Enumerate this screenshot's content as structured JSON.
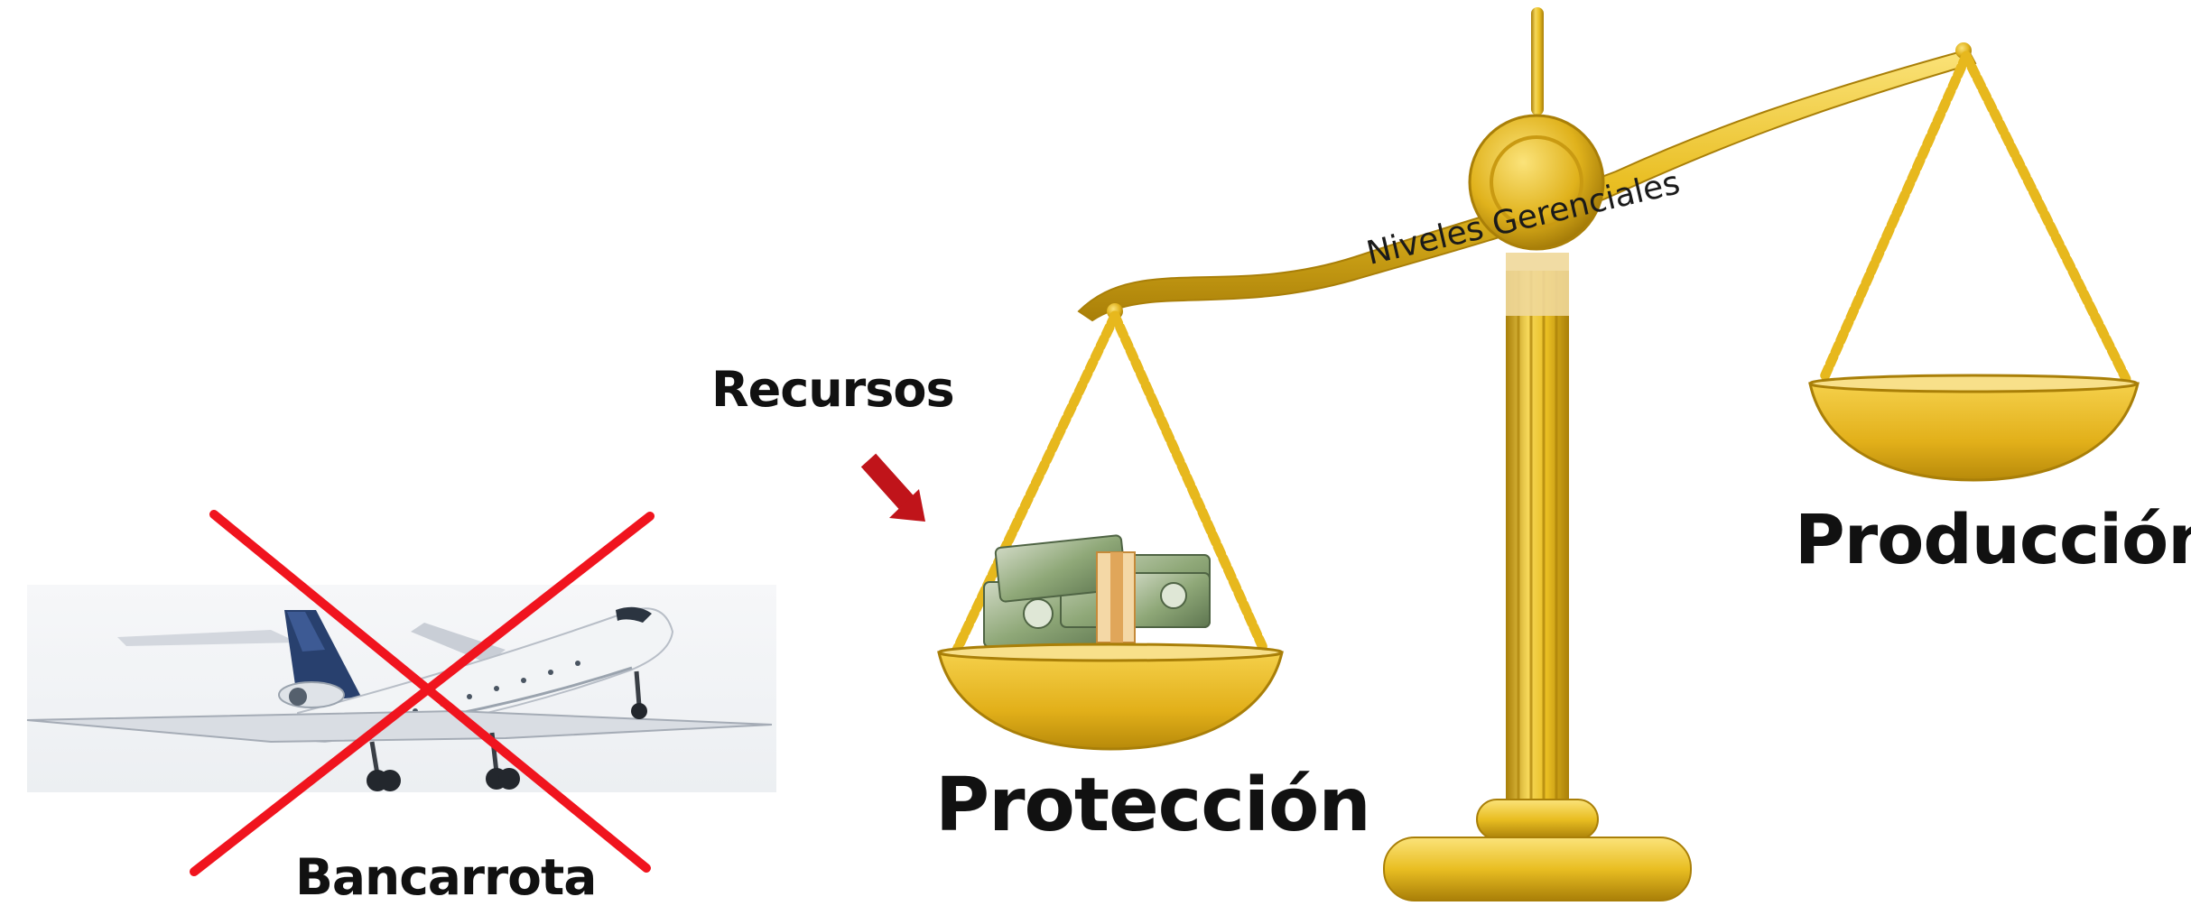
{
  "labels": {
    "recursos": "Recursos",
    "niveles": "Niveles Gerenciales",
    "proteccion": "Protección",
    "produccion": "Producción",
    "bancarrota": "Bancarrota"
  },
  "colors": {
    "gold": "#e9be22",
    "gold_dark": "#a97f08",
    "gold_light": "#fbe37a",
    "cross": "#f0141e",
    "arrow": "#c0141a",
    "money_green": "#8fa878",
    "plane_body": "#f2f4f6",
    "plane_tail": "#28406e"
  },
  "icons": [
    "airplane-image",
    "red-cross-icon",
    "arrow-icon",
    "balance-scale-image",
    "money-stack-image"
  ]
}
